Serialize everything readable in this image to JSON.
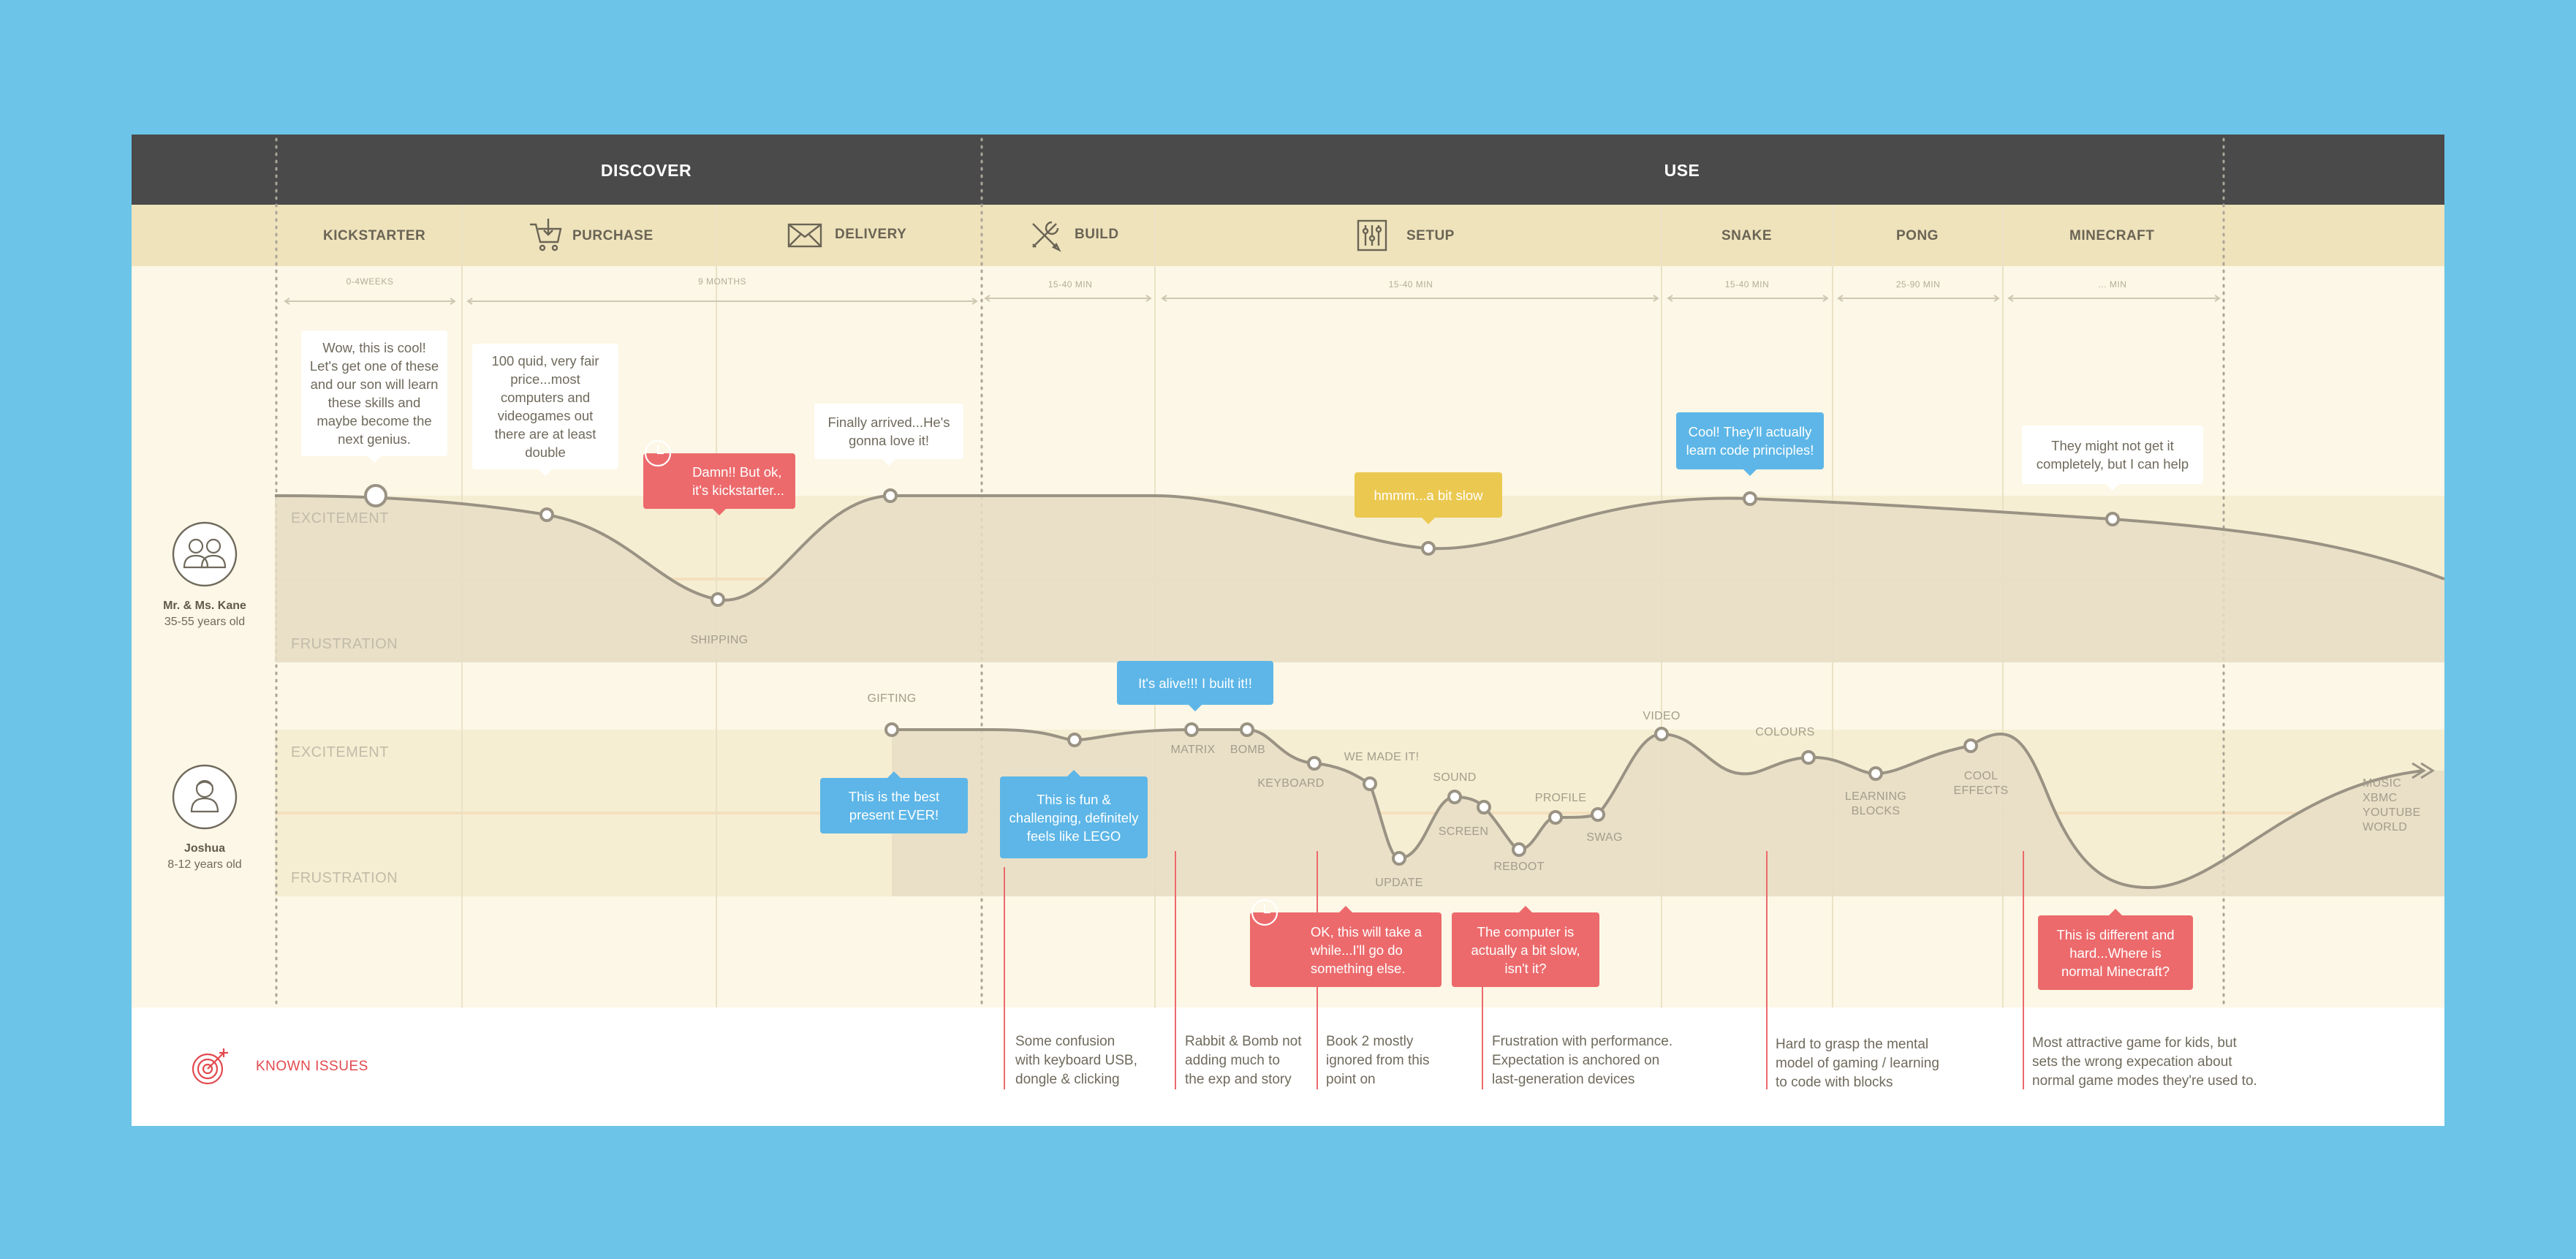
{
  "phases": [
    {
      "label": "DISCOVER"
    },
    {
      "label": "USE"
    }
  ],
  "stages": [
    {
      "label": "KICKSTARTER",
      "icon": "none"
    },
    {
      "label": "PURCHASE",
      "icon": "cart-icon"
    },
    {
      "label": "DELIVERY",
      "icon": "envelope-icon"
    },
    {
      "label": "BUILD",
      "icon": "tools-icon"
    },
    {
      "label": "SETUP",
      "icon": "settings-sliders-icon"
    },
    {
      "label": "SNAKE",
      "icon": "none"
    },
    {
      "label": "PONG",
      "icon": "none"
    },
    {
      "label": "MINECRAFT",
      "icon": "none"
    }
  ],
  "durations": [
    "0-4WEEKS",
    "9 MONTHS",
    "15-40 MIN",
    "15-40 MIN",
    "15-40 MIN",
    "25-90 MIN",
    "... MIN"
  ],
  "zones": {
    "excitement": "EXCITEMENT",
    "frustration": "FRUSTRATION"
  },
  "personas": [
    {
      "name": "Mr. & Ms. Kane",
      "age": "35-55 years old",
      "icon": "couple-icon"
    },
    {
      "name": "Joshua",
      "age": "8-12 years old",
      "icon": "child-icon"
    }
  ],
  "parent_journey": {
    "point_labels": [
      "SHIPPING"
    ],
    "bubbles": [
      {
        "text": [
          "Wow, this is cool!",
          "Let's get one of these",
          "and our son will learn",
          "these skills and",
          "maybe become the",
          "next genius."
        ],
        "tone": "neutral"
      },
      {
        "text": [
          "100 quid, very fair",
          "price...most",
          "computers and",
          "videogames out",
          "there are at least",
          "double"
        ],
        "tone": "neutral"
      },
      {
        "text": [
          "Damn!! But ok,",
          "it's kickstarter..."
        ],
        "tone": "negative",
        "icon": "clock-icon"
      },
      {
        "text": [
          "Finally arrived...He's",
          "gonna love it!"
        ],
        "tone": "neutral"
      },
      {
        "text": [
          "hmmm...a bit slow"
        ],
        "tone": "warning"
      },
      {
        "text": [
          "Cool! They'll actually",
          "learn code principles!"
        ],
        "tone": "positive"
      },
      {
        "text": [
          "They might not get it",
          "completely, but I can help"
        ],
        "tone": "neutral"
      }
    ]
  },
  "child_journey": {
    "point_labels": [
      "GIFTING",
      "MATRIX",
      "BOMB",
      "KEYBOARD",
      "WE MADE IT!",
      "UPDATE",
      "SOUND",
      "SCREEN",
      "REBOOT",
      "PROFILE",
      "SWAG",
      "VIDEO",
      "COLOURS",
      "LEARNING",
      "BLOCKS",
      "COOL",
      "EFFECTS",
      "MUSIC",
      "XBMC",
      "YOUTUBE",
      "WORLD"
    ],
    "bubbles": [
      {
        "text": [
          "It's alive!!! I built it!!"
        ],
        "tone": "positive"
      },
      {
        "text": [
          "This is the best",
          "present EVER!"
        ],
        "tone": "positive"
      },
      {
        "text": [
          "This is fun &",
          "challenging, definitely",
          "feels like LEGO"
        ],
        "tone": "positive"
      },
      {
        "text": [
          "OK, this will take a",
          "while...I'll go do",
          "something else."
        ],
        "tone": "negative",
        "icon": "clock-icon"
      },
      {
        "text": [
          "The computer is",
          "actually a bit slow,",
          "isn't it?"
        ],
        "tone": "negative"
      },
      {
        "text": [
          "This is different and",
          "hard...Where is",
          "normal Minecraft?"
        ],
        "tone": "negative"
      }
    ]
  },
  "known_issues": {
    "title": "KNOWN ISSUES",
    "icon": "target-icon",
    "items": [
      [
        "Some confusion",
        "with keyboard USB,",
        "dongle & clicking"
      ],
      [
        "Rabbit & Bomb not",
        "adding much to",
        "the exp and story"
      ],
      [
        "Book 2 mostly",
        "ignored from this",
        "point on"
      ],
      [
        "Frustration with performance.",
        "Expectation is anchored on",
        "last-generation devices"
      ],
      [
        "Hard to grasp the mental",
        "model of gaming / learning",
        "to code with blocks"
      ],
      [
        "Most attractive game for kids, but",
        "sets the wrong expecation about",
        "normal game modes they're used to."
      ]
    ]
  },
  "colors": {
    "background": "#6cc5e8",
    "header": "#4a4a4a",
    "stage_band": "#efe3bc",
    "canvas": "#fcf7e6",
    "curve": "#9a9384",
    "positive": "#5db6e7",
    "negative": "#ec6a6c",
    "warning": "#ebc850",
    "issue_accent": "#e2494e"
  }
}
